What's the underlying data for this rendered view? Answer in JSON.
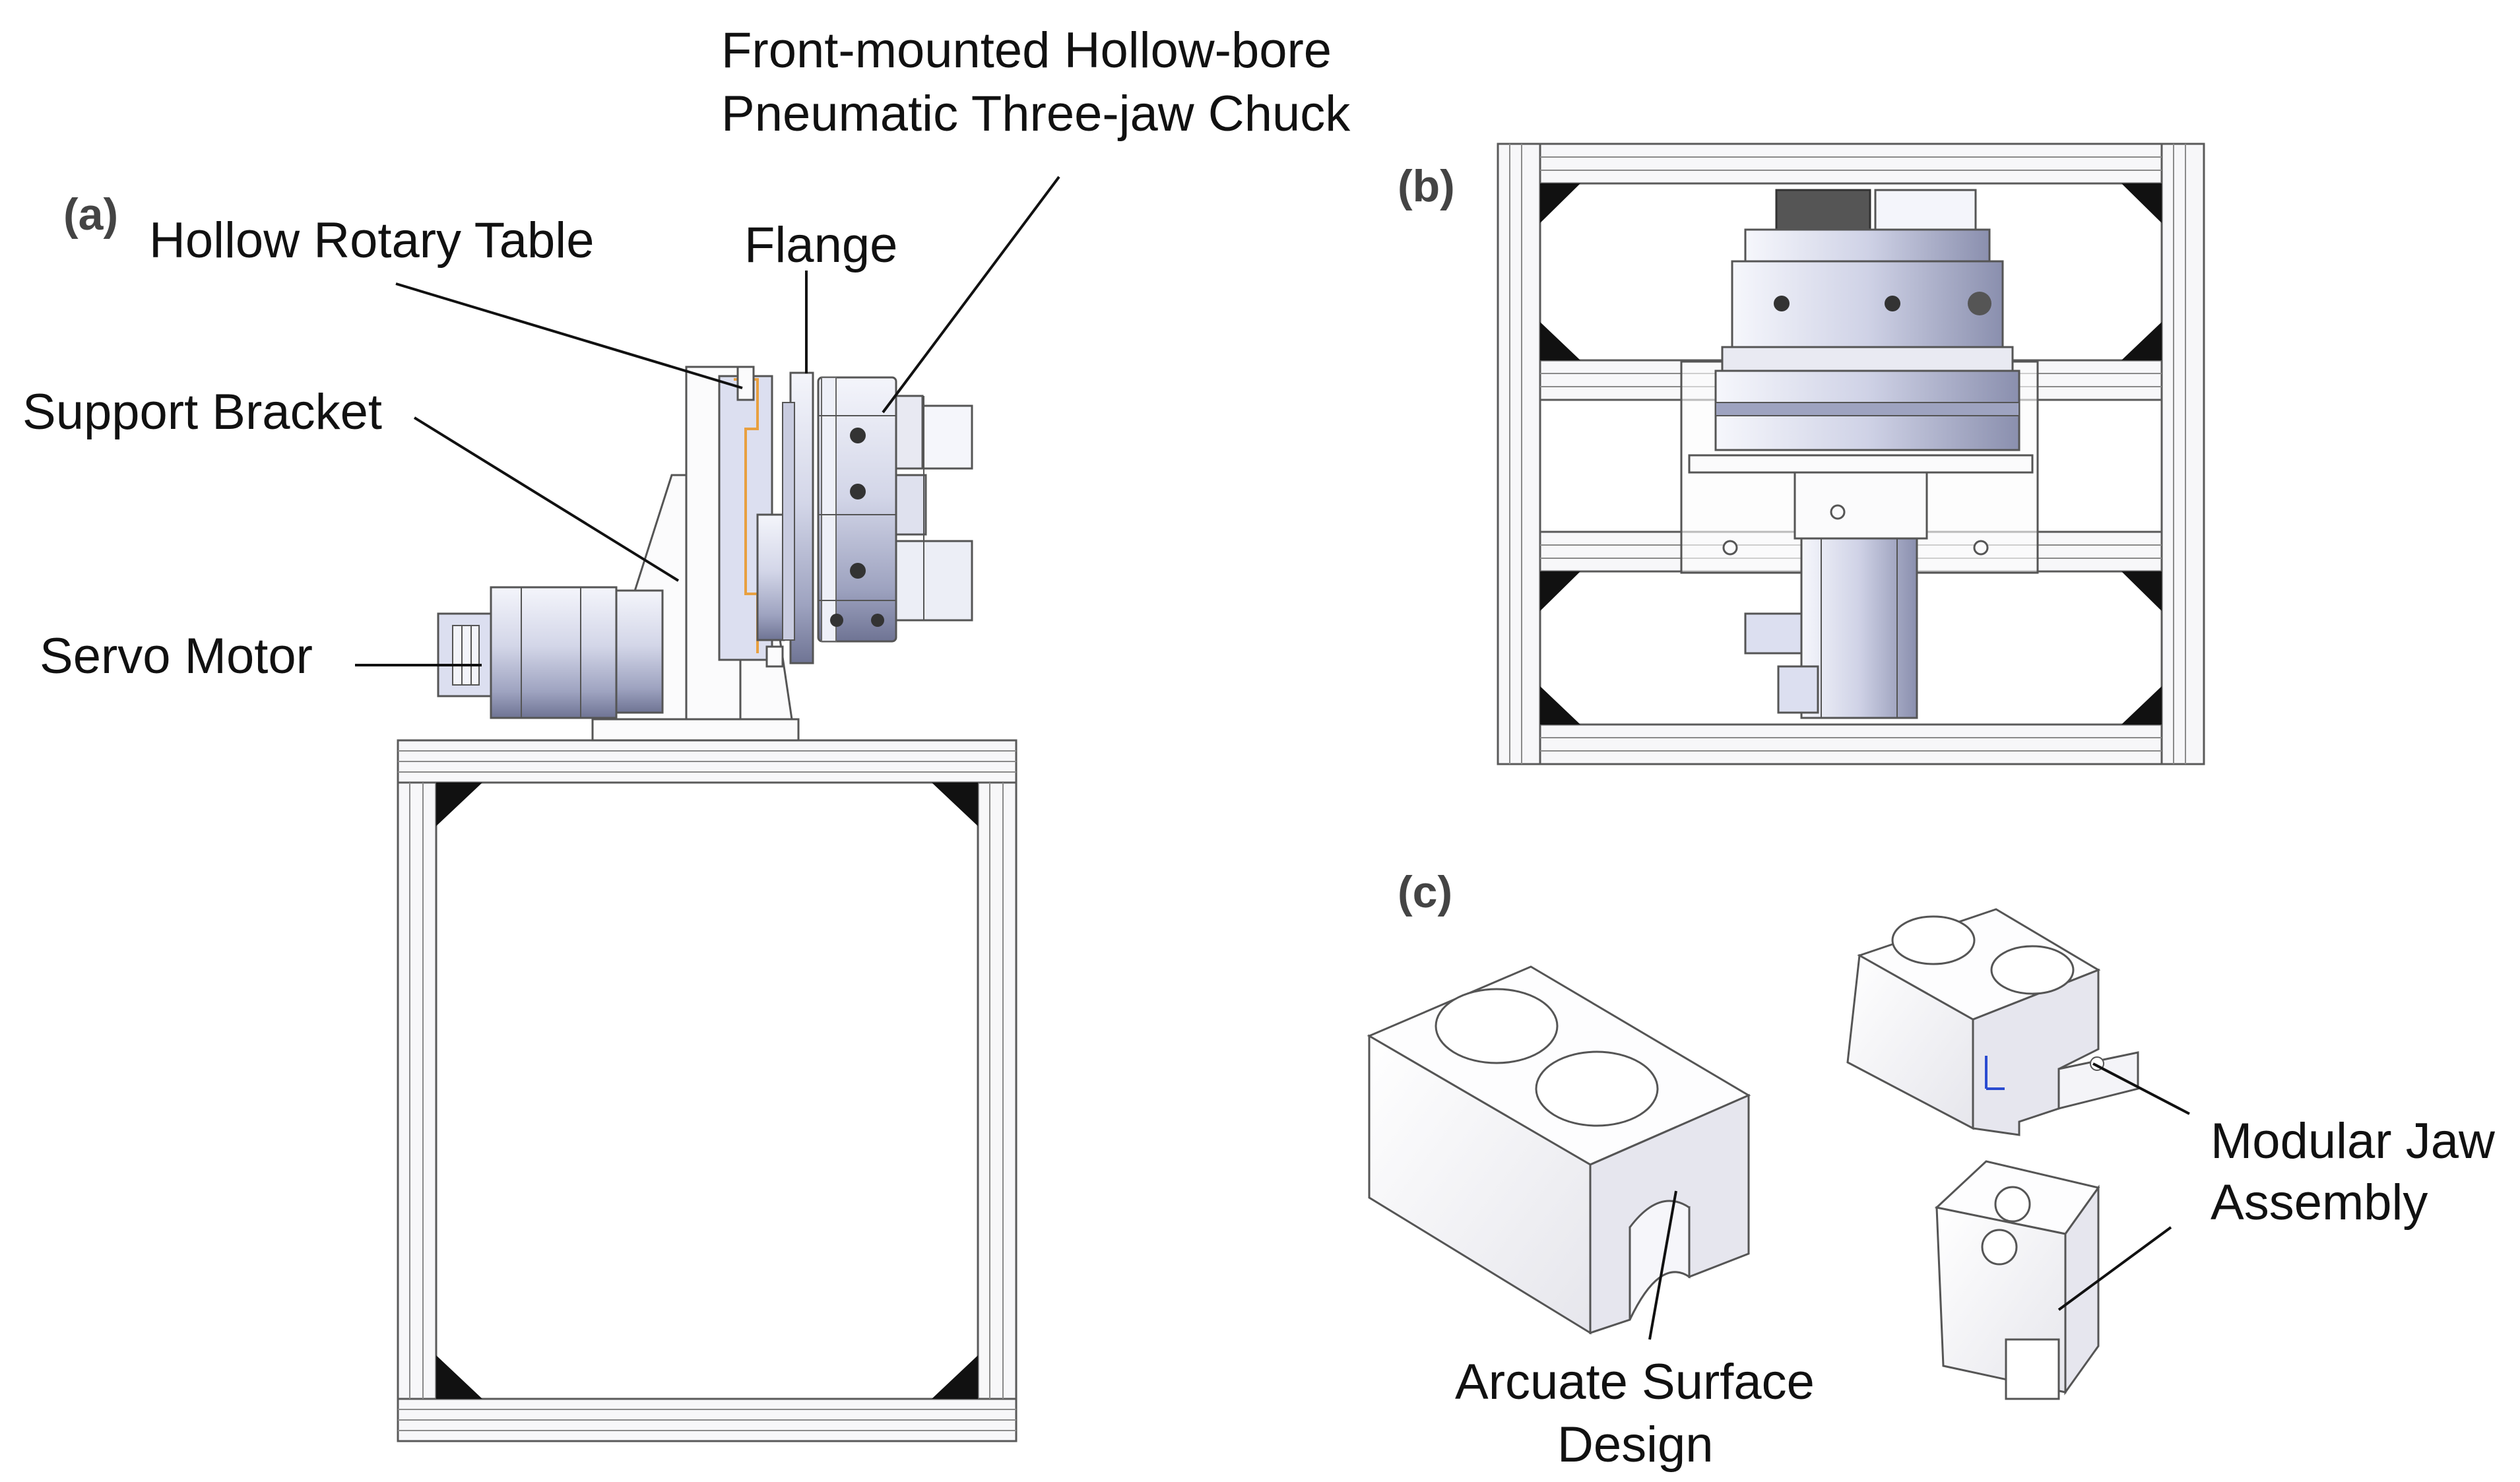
{
  "panels": {
    "a": {
      "tag": "(a)",
      "labels": {
        "chuck_line1": "Front-mounted Hollow-bore",
        "chuck_line2": "Pneumatic Three-jaw Chuck",
        "rotary_table": "Hollow Rotary Table",
        "flange": "Flange",
        "support_bracket": "Support Bracket",
        "servo_motor": "Servo Motor"
      }
    },
    "b": {
      "tag": "(b)"
    },
    "c": {
      "tag": "(c)",
      "labels": {
        "arcuate_line1": "Arcuate Surface",
        "arcuate_line2": "Design",
        "modular_line1": "Modular Jaw",
        "modular_line2": "Assembly"
      }
    }
  },
  "colors": {
    "frame": "#f7f7f9",
    "outline": "#5a5a5a",
    "metal_light": "#f2f3fa",
    "metal_dark": "#8e93b0",
    "accent_orange": "#e8a040",
    "text": "#111111"
  }
}
